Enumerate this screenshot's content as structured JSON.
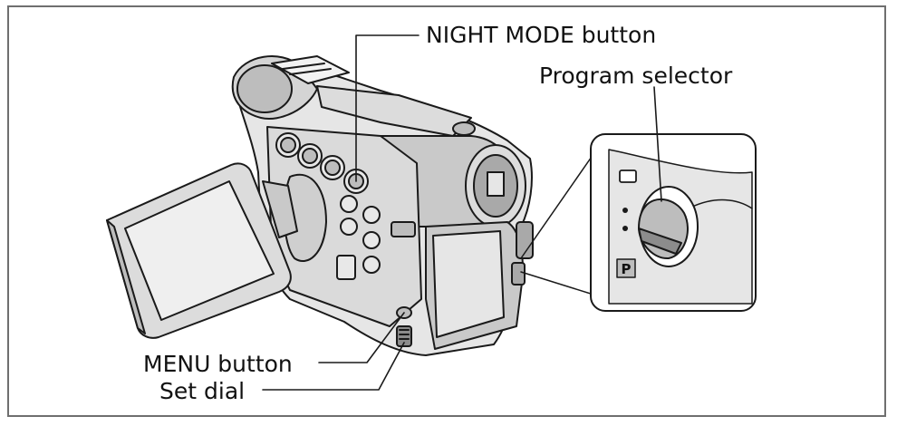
{
  "labels": {
    "night_mode": "NIGHT MODE button",
    "program_selector": "Program selector",
    "menu": "MENU button",
    "set_dial": "Set dial"
  },
  "selector_marks": {
    "p": "P"
  },
  "colors": {
    "line": "#1a1a1a",
    "body_light": "#e6e6e6",
    "body_mid": "#c9c9c9",
    "body_dark": "#8c8c8c",
    "frame": "#6f6f6f"
  },
  "icons": [
    "camcorder-illustration",
    "lcd-screen",
    "program-selector-dial"
  ]
}
